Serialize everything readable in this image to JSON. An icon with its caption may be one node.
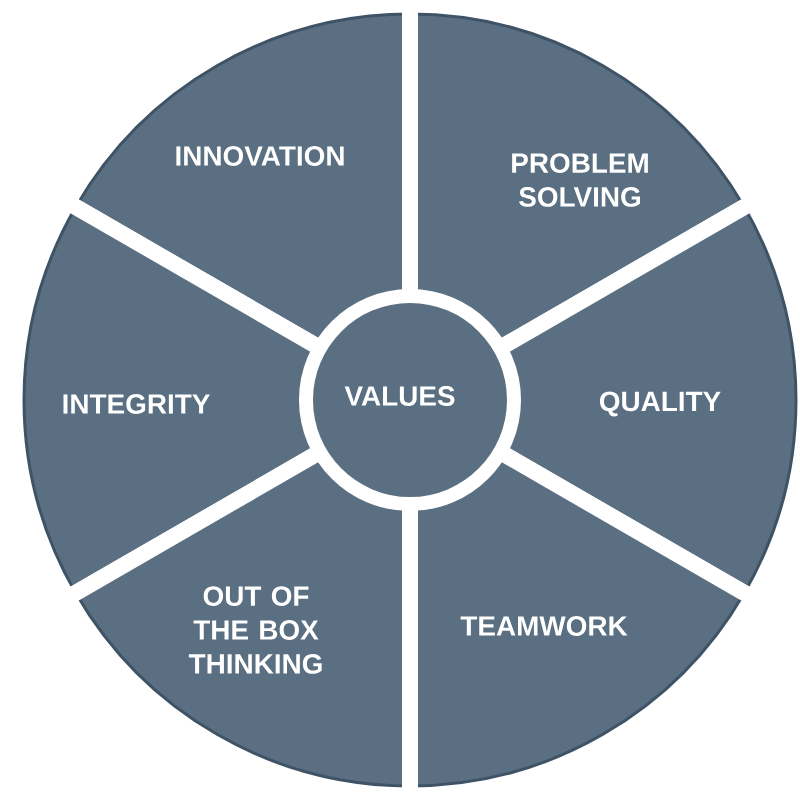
{
  "diagram": {
    "nodes": [
      {
        "text": [
          "INNOVATION"
        ]
      },
      {
        "text": [
          "PROBLEM SOLVING"
        ]
      },
      {
        "text": [
          "INTEGRITY"
        ]
      },
      {
        "text": [
          "VALUES"
        ]
      },
      {
        "text": [
          "QUALITY"
        ]
      },
      {
        "text": [
          "OUT OF THE BOX THINKING"
        ]
      },
      {
        "text": [
          "TEAMWORK"
        ]
      }
    ]
  }
}
